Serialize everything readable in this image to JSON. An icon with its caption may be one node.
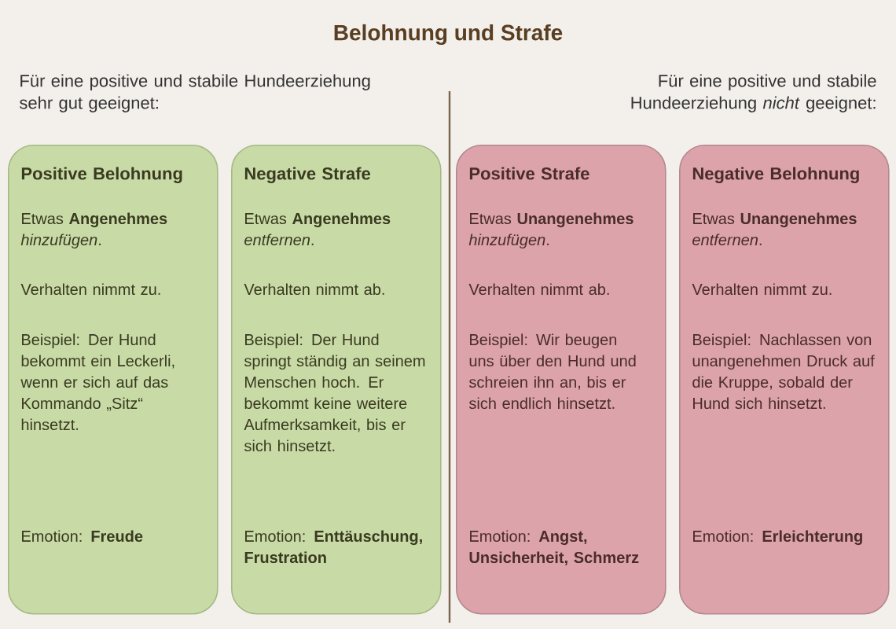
{
  "diagram": {
    "title": "Belohnung und Strafe",
    "nodes": [
      {
        "text": [
          "Positive Belohnung",
          "Etwas **Angenehmes** *hinzufügen*.",
          "Verhalten nimmt zu.",
          "Beispiel: Der Hund bekommt ein Leckerli, wenn er sich auf das Kommando „Sitz“ hinsetzt.",
          "Emotion: **Freude**"
        ]
      },
      {
        "text": [
          "Negative Strafe",
          "Etwas **Angenehmes** *entfernen*.",
          "Verhalten nimmt ab.",
          "Beispiel: Der Hund springt ständig an seinem Menschen hoch. Er bekommt keine weitere Aufmerksamkeit, bis er sich hinsetzt.",
          "Emotion: **Enttäuschung, Frustration**"
        ]
      },
      {
        "text": [
          "Positive Strafe",
          "Etwas **Unangenehmes** *hinzufügen*.",
          "Verhalten nimmt ab.",
          "Beispiel: Wir beugen uns über den Hund und schreien ihn an, bis er sich endlich hinsetzt.",
          "Emotion: **Angst, Unsicherheit, Schmerz**"
        ]
      },
      {
        "text": [
          "Negative Belohnung",
          "Etwas **Unangenehmes** *entfernen*.",
          "Verhalten nimmt zu.",
          "Beispiel: Nachlassen von unangenehmen Druck auf die Kruppe, sobald der Hund sich hinsetzt.",
          "Emotion: **Erleichterung**"
        ]
      }
    ],
    "labels": [
      "Für eine positive und stabile Hundeerziehung sehr gut geeignet:",
      "Für eine positive und stabile Hundeerziehung *nicht* geeignet:"
    ]
  }
}
